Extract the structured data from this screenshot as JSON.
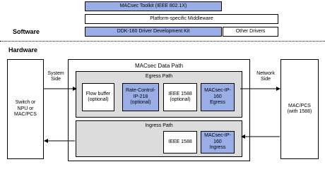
{
  "software": {
    "title": "Software",
    "toolkit": "MACsec Toolkit (IEEE 802.1X)",
    "middleware": "Platform-specific Middleware",
    "ddk": "DDK-160 Driver Development Kit",
    "other_drivers": "Other Drivers"
  },
  "hardware": {
    "title": "Hardware",
    "datapath_title": "MACsec Data Path",
    "system_side": "System\nSide",
    "network_side": "Network\nSide",
    "switch": "Switch or\nNPU or\nMAC/PCS",
    "mac_pcs": "MAC/PCS\n(with 1588)",
    "egress": {
      "title": "Egress Path",
      "flow_buffer": "Flow buffer\n(optional)",
      "rate_control": "Rate-Control-\nIP-218\n(optional)",
      "ieee_1588": "IEEE 1588\n(optional)",
      "macsec_egress": "MACsec-IP-\n160\nEgress"
    },
    "ingress": {
      "title": "Ingress Path",
      "ieee_1588": "IEEE 1588",
      "macsec_ingress": "MACsec-IP-\n160\nIngress"
    }
  },
  "colors": {
    "accent_blue": "#99aee6",
    "path_gray": "#dcdcdc"
  }
}
